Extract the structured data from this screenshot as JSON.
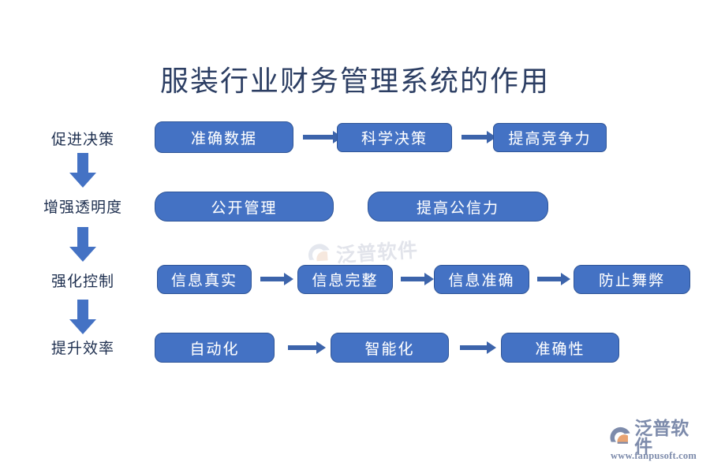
{
  "page": {
    "title": "服装行业财务管理系统的作用",
    "background_color": "#ffffff",
    "title_color": "#2c3e63"
  },
  "theme": {
    "node_fill": "#4472c4",
    "node_border": "#2f5597",
    "node_text": "#ffffff",
    "arrow_color": "#3c64ab",
    "down_arrow_color": "#4472c4",
    "label_color": "#1f3050",
    "brand_color": "#7d8bab",
    "brand_accent": "#e8a372"
  },
  "flow": {
    "stages": [
      {
        "label": "促进决策",
        "nodes": [
          {
            "text": "准确数据"
          },
          {
            "text": "科学决策"
          },
          {
            "text": "提高竞争力"
          }
        ],
        "connector": "arrow"
      },
      {
        "label": "增强透明度",
        "nodes": [
          {
            "text": "公开管理"
          },
          {
            "text": "提高公信力"
          }
        ],
        "connector": "none"
      },
      {
        "label": "强化控制",
        "nodes": [
          {
            "text": "信息真实"
          },
          {
            "text": "信息完整"
          },
          {
            "text": "信息准确"
          },
          {
            "text": "防止舞弊"
          }
        ],
        "connector": "arrow"
      },
      {
        "label": "提升效率",
        "nodes": [
          {
            "text": "自动化"
          },
          {
            "text": "智能化"
          },
          {
            "text": "准确性"
          }
        ],
        "connector": "arrow"
      }
    ],
    "stage_transitions": [
      {
        "icon": "down-arrow-icon"
      },
      {
        "icon": "down-arrow-icon"
      },
      {
        "icon": "down-arrow-icon"
      }
    ]
  },
  "watermark": {
    "text": "泛普软件",
    "icon": "fanpu-logo-icon"
  },
  "brand": {
    "name": "泛普软件",
    "url": "www.fanpusoft.com",
    "icon": "fanpu-logo-icon"
  }
}
